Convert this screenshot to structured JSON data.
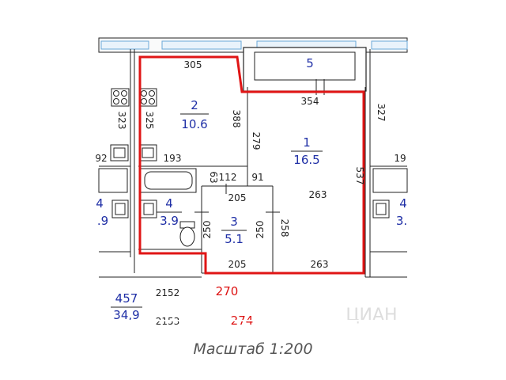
{
  "rooms": [
    {
      "number": "1",
      "area": "16.5"
    },
    {
      "number": "2",
      "area": "10.6"
    },
    {
      "number": "3",
      "area": "5.1"
    },
    {
      "number": "4",
      "area": "3.9"
    },
    {
      "number": "5",
      "area": ""
    }
  ],
  "dimensions": {
    "top_kitchen": "305",
    "balcony_width": "354",
    "kitchen_height": "388",
    "corridor_279": "279",
    "room_height": "537",
    "kitchen_bottom": "193",
    "bath_63": "63",
    "bath_112": "112",
    "corr_91": "91",
    "bath_top": "205",
    "room_263_mid": "263",
    "wc_250_left": "250",
    "wc_250_right": "250",
    "corr_258": "258",
    "bath_bottom": "205",
    "room_263_bottom": "263",
    "left_323": "323",
    "left_325": "325",
    "left_92": "92",
    "right_327": "327",
    "right_19": "19"
  },
  "neighbor": {
    "left_room_num": "4",
    "left_room_area": ".9",
    "right_room_num": "4",
    "right_room_area": "3.",
    "apt_num": "457",
    "apt_area": "34,9",
    "dim_2152": "2152",
    "dim_2153": "2153"
  },
  "red_labels": {
    "main": "270",
    "secondary": "274"
  },
  "scale_label": "Масштаб 1:200",
  "watermark": "ЦИАН"
}
